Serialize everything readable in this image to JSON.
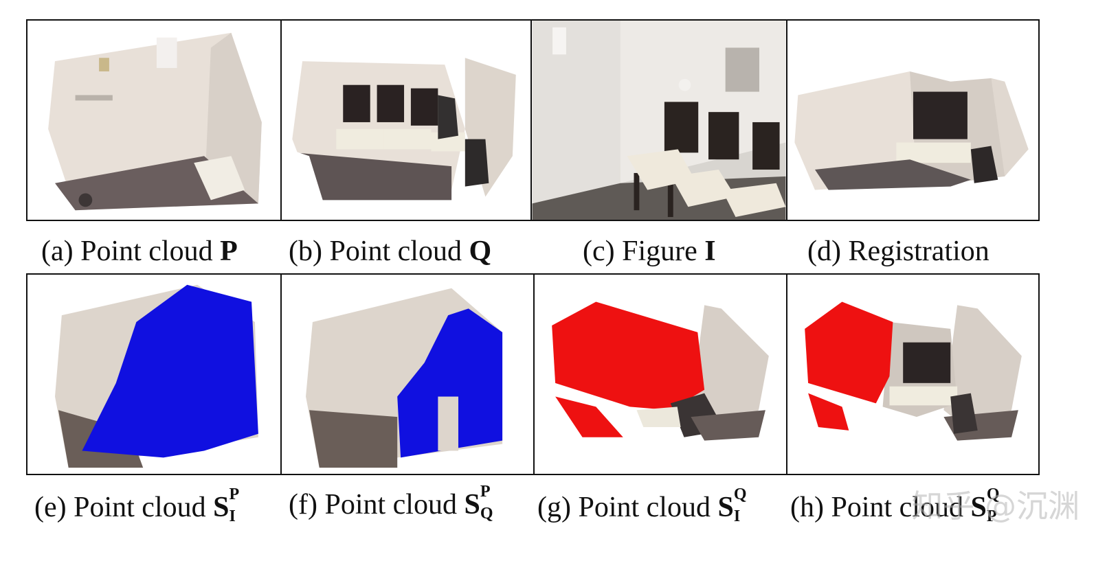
{
  "captions": {
    "a": {
      "prefix": "(a) Point cloud ",
      "symbol": "P"
    },
    "b": {
      "prefix": "(b) Point cloud ",
      "symbol": "Q"
    },
    "c": {
      "prefix": "(c) Figure ",
      "symbol": "I"
    },
    "d": {
      "prefix": "(d) Registration"
    },
    "e": {
      "prefix": "(e) Point cloud ",
      "symbol": "S",
      "sub": "I",
      "sup": "P"
    },
    "f": {
      "prefix": "(f) Point cloud ",
      "symbol": "S",
      "sub": "Q",
      "sup": "P"
    },
    "g": {
      "prefix": "(g) Point cloud ",
      "symbol": "S",
      "sub": "I",
      "sup": "Q"
    },
    "h": {
      "prefix": "(h) Point cloud ",
      "symbol": "S",
      "sub": "P",
      "sup": "Q"
    }
  },
  "watermark": "知乎 @沉渊",
  "colors": {
    "overlap_blue": "#1010e0",
    "overlap_red": "#ee1111",
    "wall": "#e6ded6",
    "floor": "#6e6262"
  }
}
